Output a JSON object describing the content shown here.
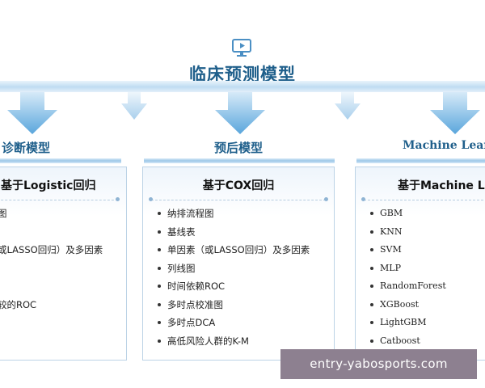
{
  "header": {
    "title": "临床预测模型",
    "icon": "monitor-play-icon"
  },
  "sections": [
    {
      "title": "诊断模型",
      "panel_title": "基于Logistic回归",
      "items": [
        "图",
        "",
        "或LASSO回归）及多因素",
        "",
        "",
        "较的ROC"
      ]
    },
    {
      "title": "预后模型",
      "panel_title": "基于COX回归",
      "items": [
        "纳排流程图",
        "基线表",
        "单因素（或LASSO回归）及多因素",
        "列线图",
        "时间依赖ROC",
        "多时点校准图",
        "多时点DCA",
        "高低风险人群的K-M"
      ]
    },
    {
      "title": "Machine Learn",
      "panel_title": "基于Machine Lear",
      "items": [
        "GBM",
        "KNN",
        "SVM",
        "MLP",
        "RandomForest",
        "XGBoost",
        "LightGBM",
        "Catboost"
      ]
    }
  ],
  "watermark": "entry-yabosports.com",
  "colors": {
    "accent": "#1f5f8b",
    "arrow": "#6aaedd",
    "band": "#bfdcf2",
    "watermark_bg": "#8d8090"
  }
}
